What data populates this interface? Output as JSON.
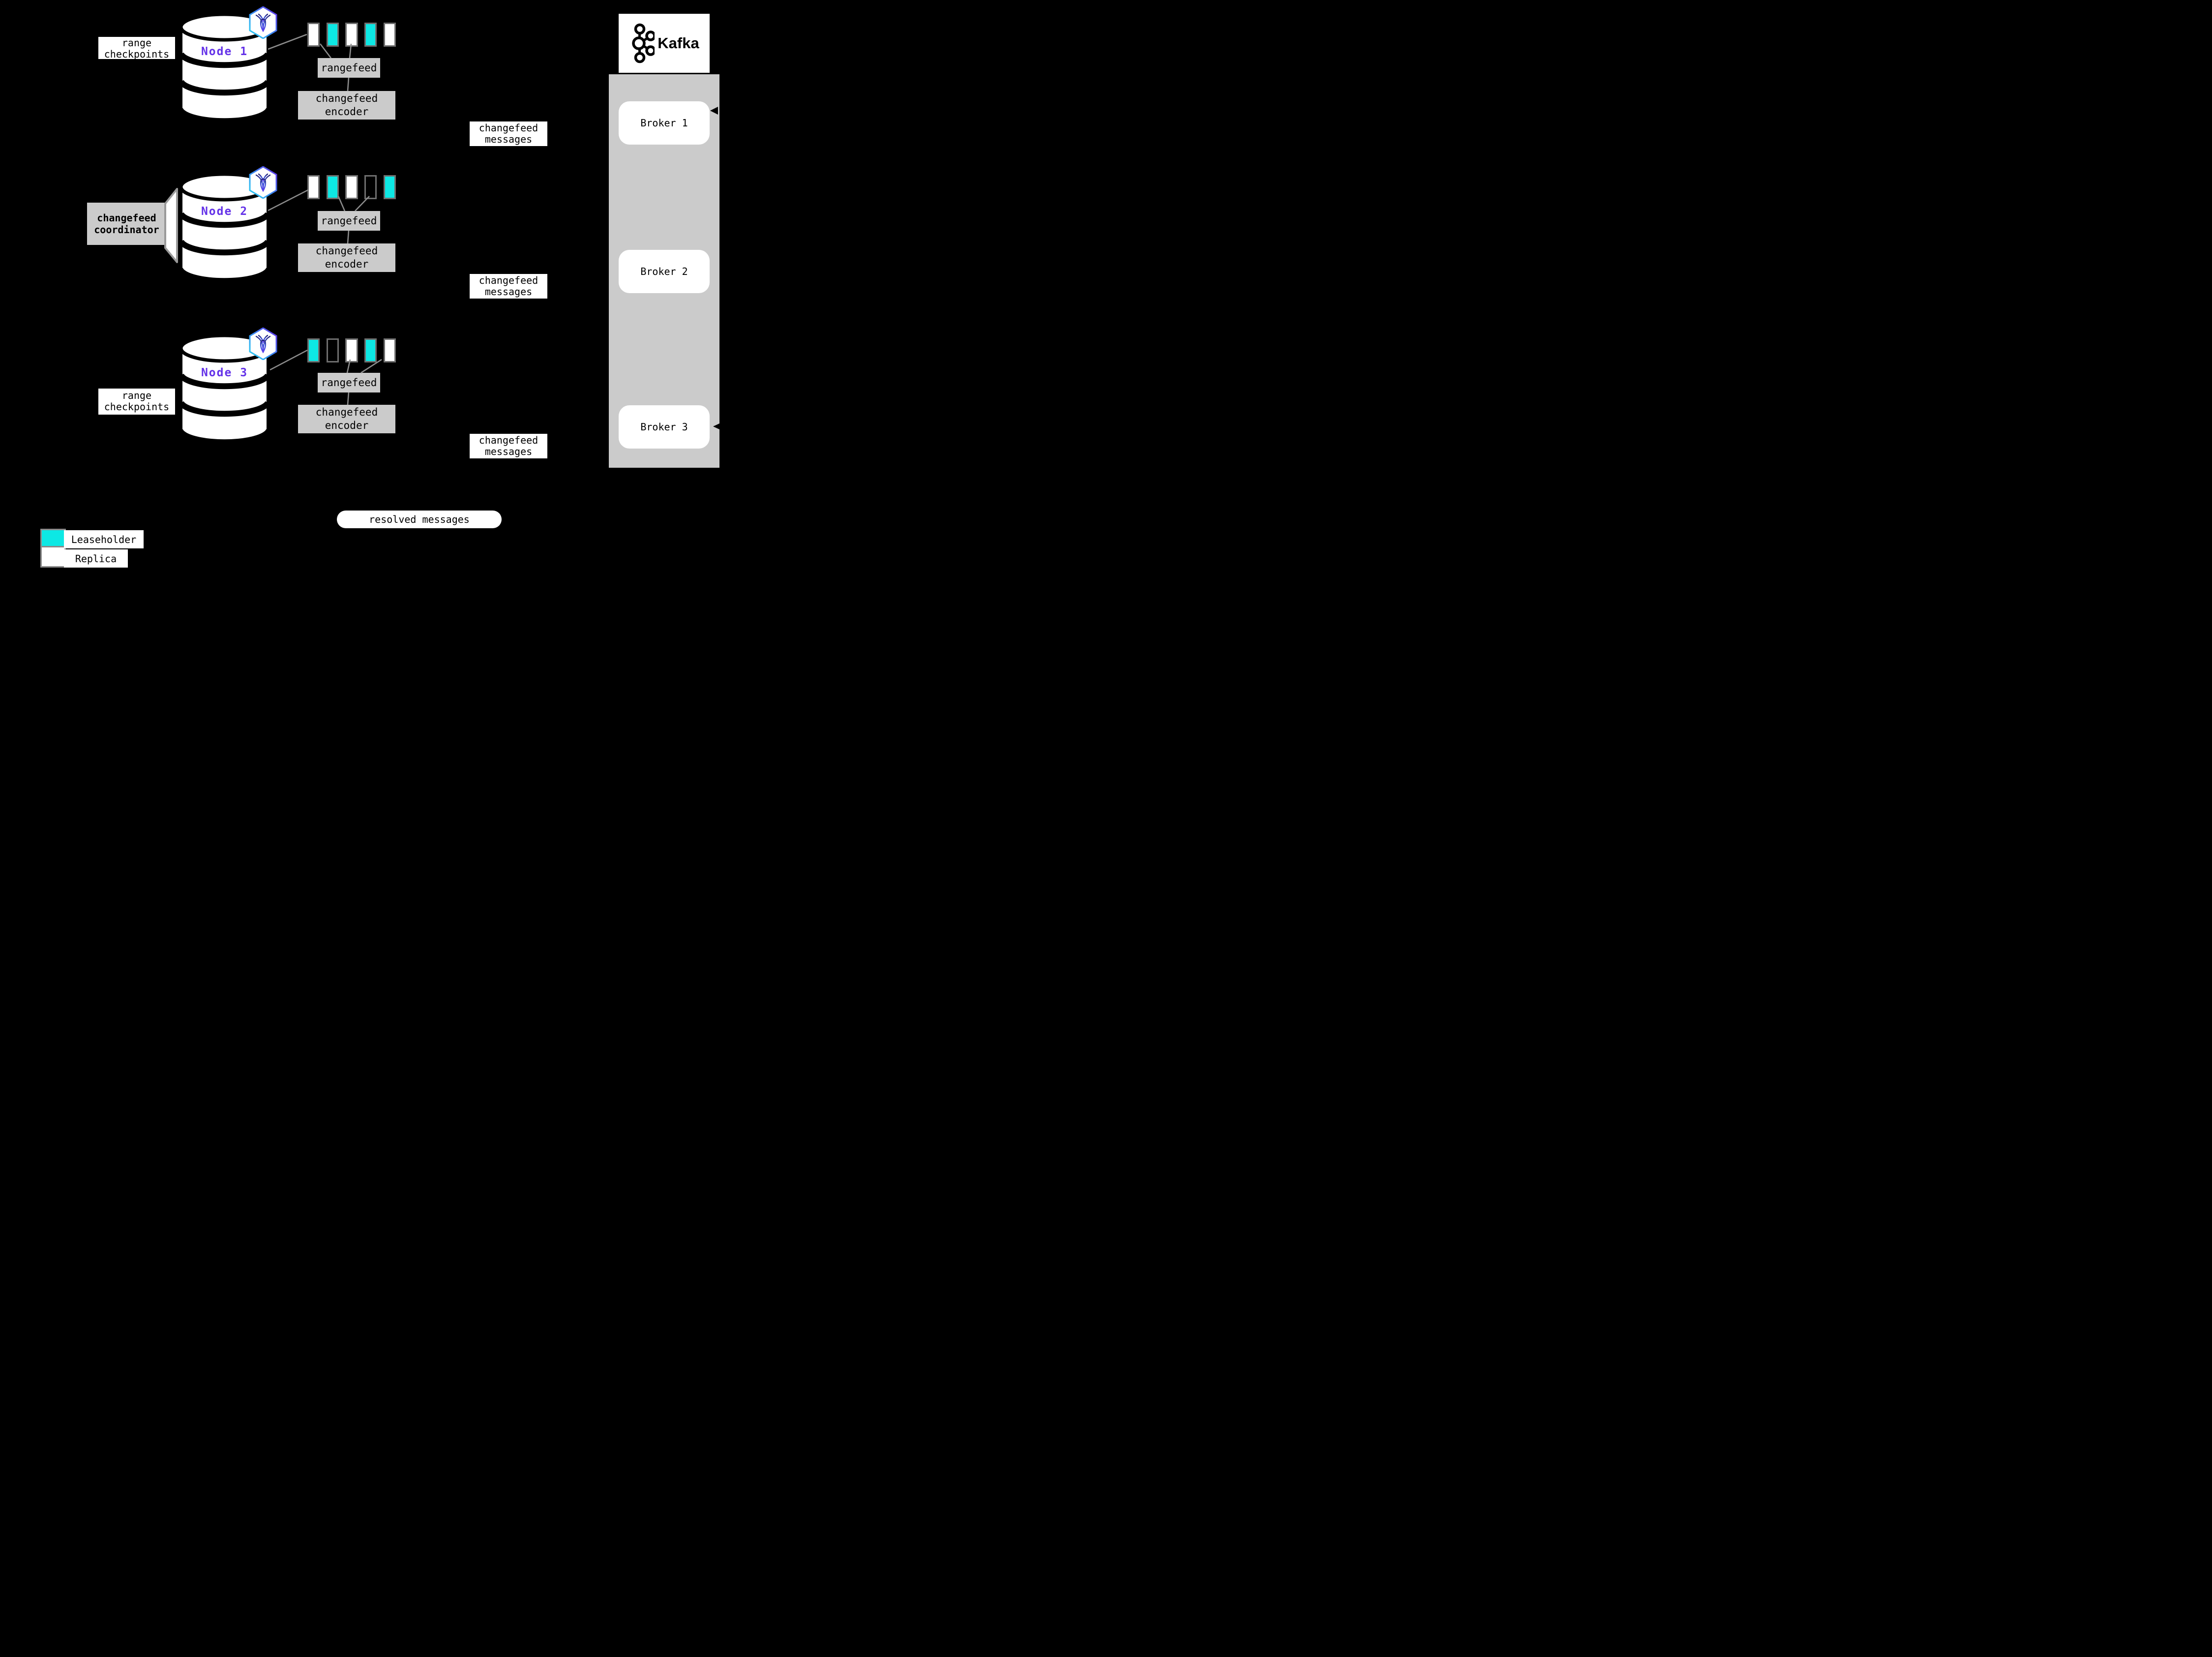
{
  "colors": {
    "background": "#000000",
    "leaseholder": "#0de8e4",
    "replica": "#ffffff",
    "panel_gray": "#cbcbcb",
    "node_label": "#6432e8",
    "connector": "#8c8c8c"
  },
  "pipeline": {
    "checkpoints_line1": "range",
    "checkpoints_line2": "checkpoints",
    "coordinator_line1": "changefeed",
    "coordinator_line2": "coordinator",
    "rangefeed": "rangefeed",
    "encoder_line1": "changefeed",
    "encoder_line2": "encoder",
    "messages_line1": "changefeed",
    "messages_line2": "messages",
    "resolved": "resolved messages"
  },
  "nodes": [
    {
      "name": "Node 1",
      "ranges": [
        "replica",
        "leaseholder",
        "replica",
        "leaseholder",
        "replica"
      ]
    },
    {
      "name": "Node 2",
      "ranges": [
        "replica",
        "leaseholder",
        "replica",
        "outline",
        "leaseholder"
      ]
    },
    {
      "name": "Node 3",
      "ranges": [
        "leaseholder",
        "outline",
        "replica",
        "leaseholder",
        "replica"
      ]
    }
  ],
  "kafka": {
    "wordmark": "Kafka",
    "brokers": [
      "Broker 1",
      "Broker 2",
      "Broker 3"
    ]
  },
  "legend": {
    "items": [
      {
        "kind": "leaseholder",
        "label": "Leaseholder"
      },
      {
        "kind": "replica",
        "label": "Replica"
      }
    ]
  }
}
